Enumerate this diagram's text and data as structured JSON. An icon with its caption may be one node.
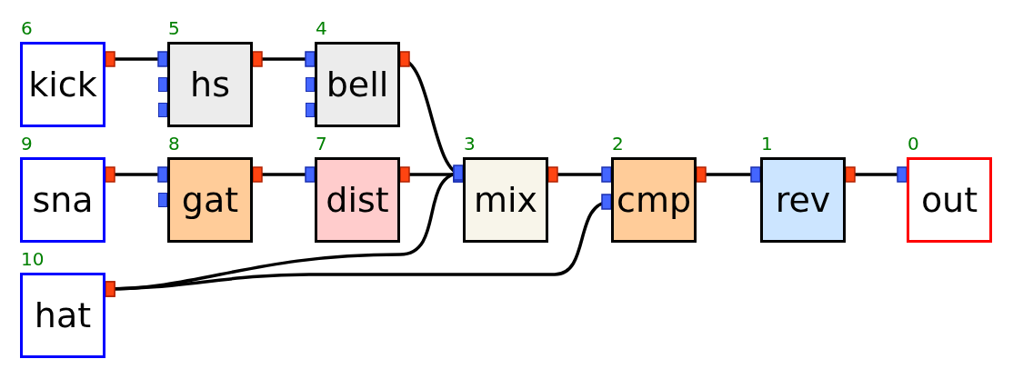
{
  "diagram": {
    "nodes": [
      {
        "text": [
          "kick"
        ],
        "beside": [
          "6"
        ]
      },
      {
        "text": [
          "hs"
        ],
        "beside": [
          "5"
        ]
      },
      {
        "text": [
          "bell"
        ],
        "beside": [
          "4"
        ]
      },
      {
        "text": [
          "sna"
        ],
        "beside": [
          "9"
        ]
      },
      {
        "text": [
          "gat"
        ],
        "beside": [
          "8"
        ]
      },
      {
        "text": [
          "dist"
        ],
        "beside": [
          "7"
        ]
      },
      {
        "text": [
          "mix"
        ],
        "beside": [
          "3"
        ]
      },
      {
        "text": [
          "cmp"
        ],
        "beside": [
          "2"
        ]
      },
      {
        "text": [
          "rev"
        ],
        "beside": [
          "1"
        ]
      },
      {
        "text": [
          "out"
        ],
        "beside": [
          "0"
        ]
      },
      {
        "text": [
          "hat"
        ],
        "beside": [
          "10"
        ]
      }
    ],
    "edges": [
      {
        "from": 0,
        "to": 1,
        "arrow": "other"
      },
      {
        "from": 1,
        "to": 2,
        "arrow": "other"
      },
      {
        "from": 2,
        "to": 6,
        "arrow": "other"
      },
      {
        "from": 3,
        "to": 4,
        "arrow": "other"
      },
      {
        "from": 4,
        "to": 5,
        "arrow": "other"
      },
      {
        "from": 5,
        "to": 6,
        "arrow": "other"
      },
      {
        "from": 10,
        "to": 6,
        "arrow": "other"
      },
      {
        "from": 10,
        "to": 7,
        "arrow": "other"
      },
      {
        "from": 6,
        "to": 7,
        "arrow": "other"
      },
      {
        "from": 7,
        "to": 8,
        "arrow": "other"
      },
      {
        "from": 8,
        "to": 9,
        "arrow": "other"
      }
    ]
  }
}
